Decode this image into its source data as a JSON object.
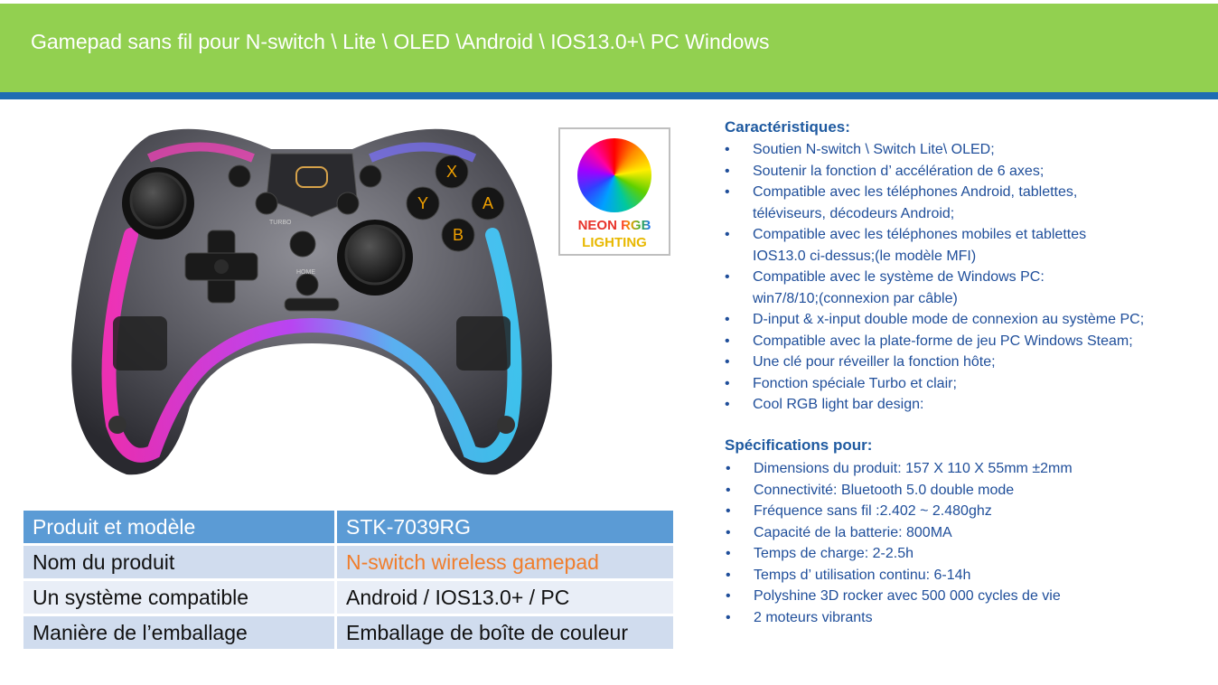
{
  "header": {
    "title": "Gamepad sans fil pour N-switch \\ Lite \\ OLED \\Android \\ IOS13.0+\\ PC Windows",
    "color": "#92d050",
    "bar_color": "#1f6db3"
  },
  "product_image": {
    "icon": "gamepad-icon",
    "button_labels": [
      "X",
      "Y",
      "A",
      "B",
      "TURBO",
      "HOME"
    ]
  },
  "neon_badge": {
    "icon": "rgb-color-wheel-icon",
    "line1_part1": "NEON",
    "line1_part2": "RGB",
    "line2": "LIGHTING"
  },
  "table": {
    "rows": [
      {
        "label": "Produit et modèle",
        "value": "STK-7039RG"
      },
      {
        "label": "Nom du produit",
        "value": "N-switch wireless gamepad"
      },
      {
        "label": "Un système compatible",
        "value": "Android / IOS13.0+ / PC"
      },
      {
        "label": "Manière de l’emballage",
        "value": "Emballage de boîte de couleur"
      }
    ],
    "header_color": "#5b9bd5",
    "highlight_color": "#f07d2b"
  },
  "features": {
    "title": "Caractéristiques:",
    "items": [
      {
        "line1": "Soutien N-switch \\ Switch Lite\\ OLED;"
      },
      {
        "line1": "Soutenir la fonction d’ accélération de 6 axes;"
      },
      {
        "line1": "Compatible avec les téléphones Android, tablettes,",
        "line2": "téléviseurs, décodeurs Android;"
      },
      {
        "line1": "Compatible avec les téléphones mobiles et tablettes",
        "line2": "IOS13.0 ci-dessus;(le modèle MFI)"
      },
      {
        "line1": "Compatible avec le système de Windows PC:",
        "line2": "win7/8/10;(connexion par câble)"
      },
      {
        "line1": "D-input & x-input double mode de connexion au système PC;"
      },
      {
        "line1": "Compatible avec la plate-forme de jeu PC Windows Steam;"
      },
      {
        "line1": "Une clé pour réveiller la fonction hôte;"
      },
      {
        "line1": "Fonction spéciale Turbo et clair;"
      },
      {
        "line1": "Cool RGB light bar design:"
      }
    ]
  },
  "specs": {
    "title": "Spécifications pour:",
    "items": [
      "Dimensions du produit: 157 X 110 X 55mm ±2mm",
      "Connectivité: Bluetooth 5.0 double mode",
      "Fréquence sans fil :2.402 ~ 2.480ghz",
      "Capacité de la batterie: 800MA",
      "Temps de charge: 2-2.5h",
      "Temps d’ utilisation continu: 6-14h",
      "Polyshine 3D rocker avec 500 000 cycles de vie",
      "2 moteurs vibrants"
    ]
  }
}
